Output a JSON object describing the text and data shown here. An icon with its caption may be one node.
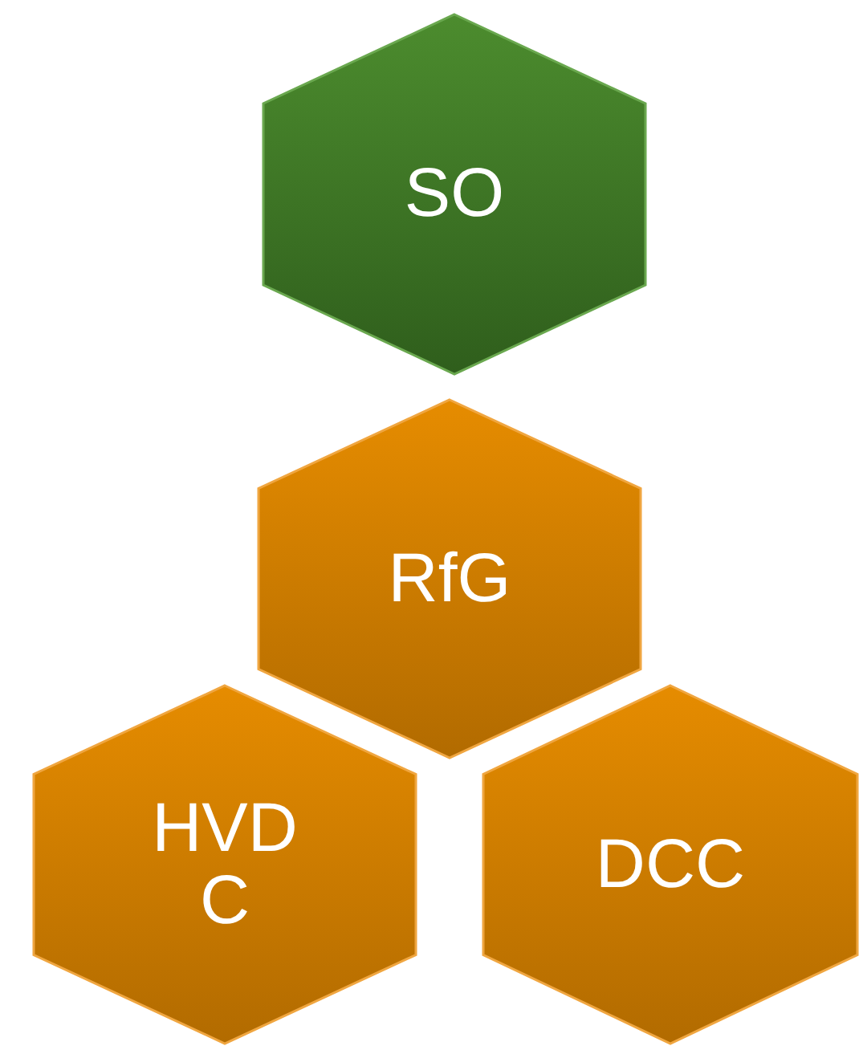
{
  "diagram": {
    "nodes": [
      {
        "text": [
          "SO"
        ]
      },
      {
        "text": [
          "RfG"
        ]
      },
      {
        "text": [
          "HVDC"
        ]
      },
      {
        "text": [
          "DCC"
        ]
      }
    ]
  }
}
